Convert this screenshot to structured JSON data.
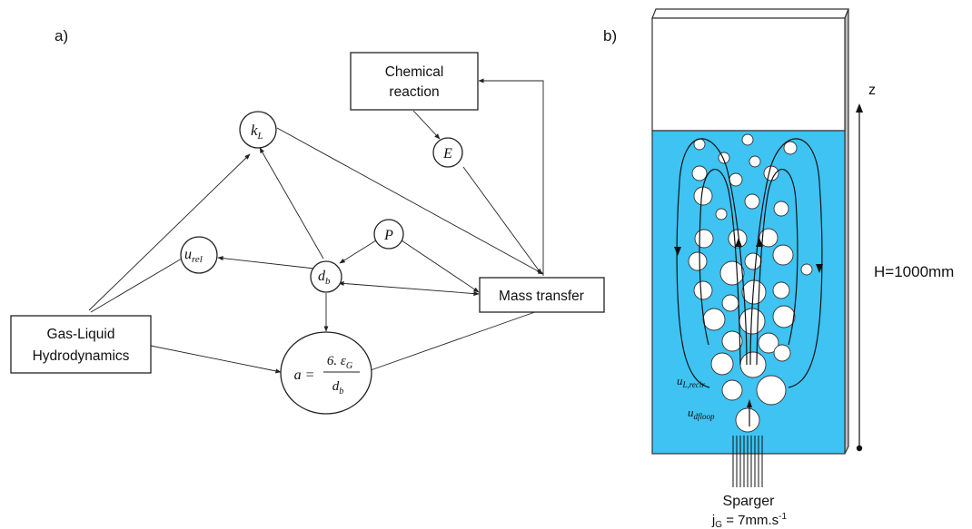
{
  "panel_a": {
    "label": "a)",
    "boxes": {
      "chemical_line1": "Chemical",
      "chemical_line2": "reaction",
      "mass_transfer": "Mass transfer",
      "hydro_line1": "Gas-Liquid",
      "hydro_line2": "Hydrodynamics"
    },
    "nodes": {
      "kl_main": "k",
      "kl_sub": "L",
      "e": "E",
      "p": "P",
      "urel_main": "u",
      "urel_sub": "rel",
      "db_main": "d",
      "db_sub": "b",
      "a_lhs": "a =",
      "a_num": "6. ε",
      "a_num_sub": "G",
      "a_den": "d",
      "a_den_sub": "b"
    }
  },
  "panel_b": {
    "label": "b)",
    "axis_label": "z",
    "height_label": "H=1000mm",
    "recirc_main": "u",
    "recirc_sub": "L,recir",
    "dfloop_main": "u",
    "dfloop_sub": "dfloop",
    "sparger_label": "Sparger",
    "jg_j": "j",
    "jg_sub": "G",
    "jg_rest": " = 7mm.s",
    "jg_sup": "-1",
    "colors": {
      "liquid": "#3ec3f2",
      "headspace": "#ffffff",
      "side_face": "#bdbdbd"
    }
  }
}
